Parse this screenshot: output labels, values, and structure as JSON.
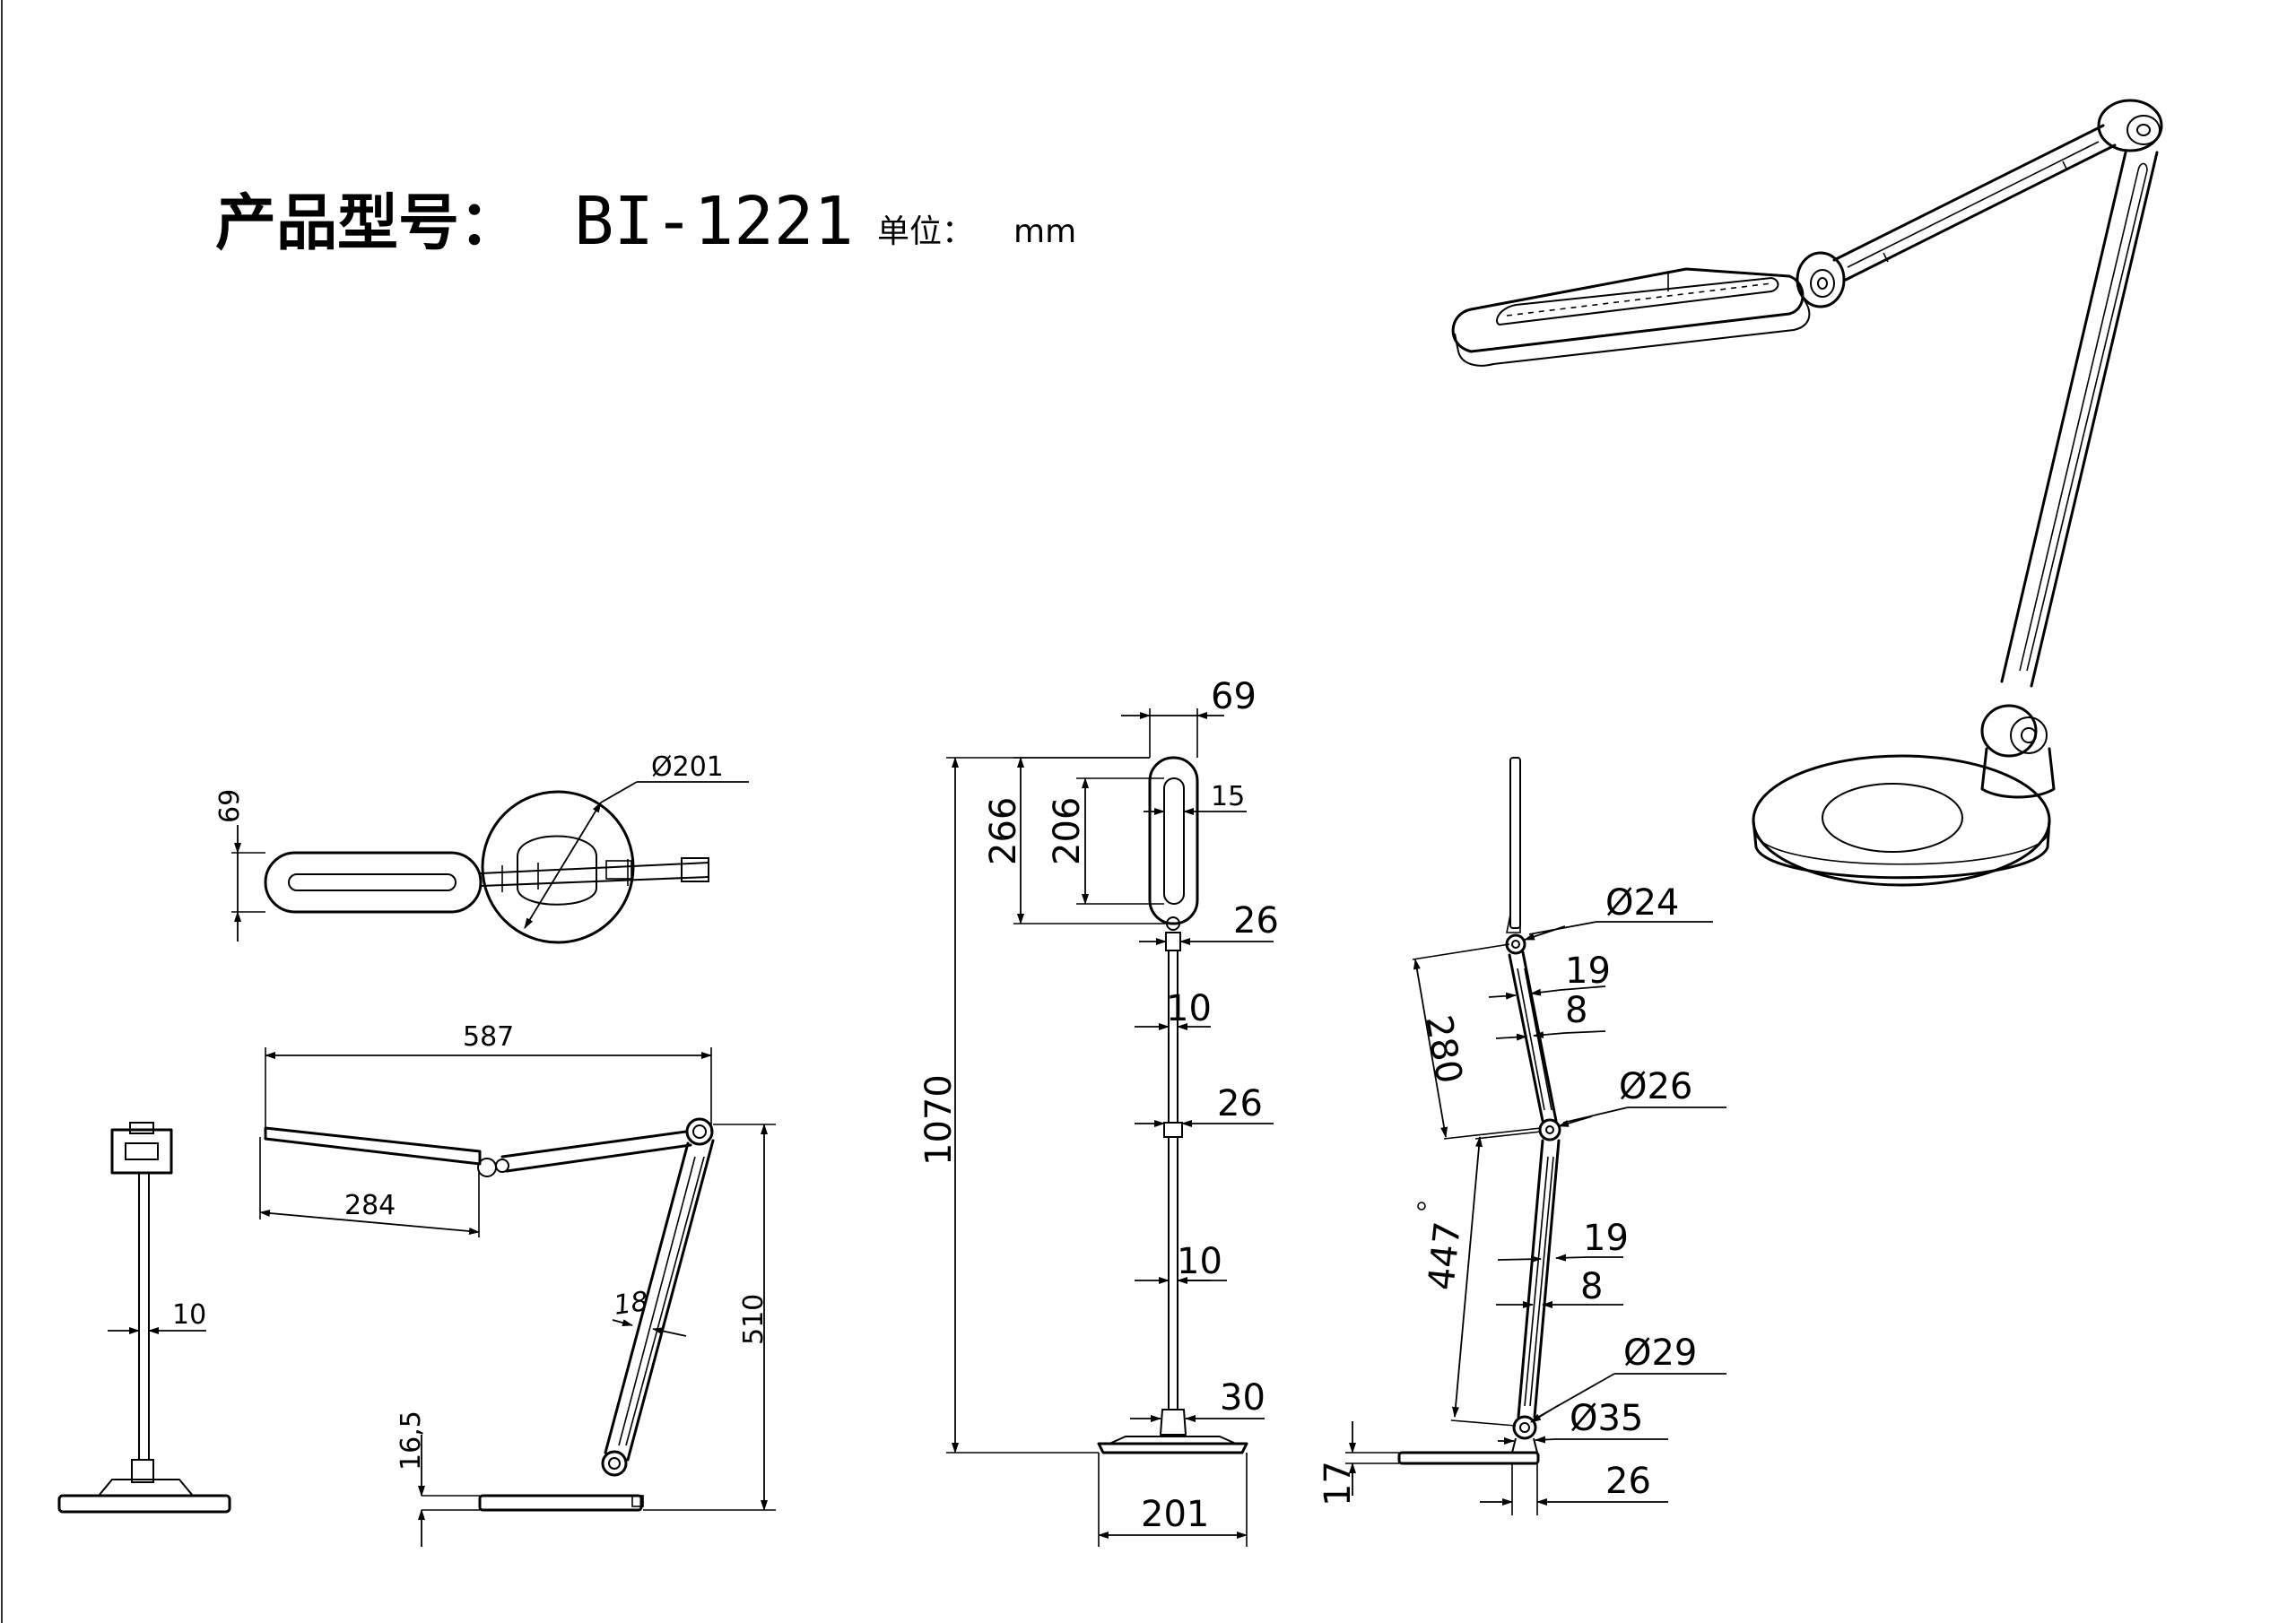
{
  "title": {
    "label": "产品型号：",
    "model": "BI-1221"
  },
  "unit": {
    "label": "单位：",
    "value": "mm"
  },
  "top_view": {
    "head_height": "69",
    "base_diameter": "Ø201"
  },
  "side_view": {
    "overall_reach": "587",
    "head_arm": "284",
    "arm_width": "18",
    "total_height": "510",
    "base_thickness": "16,5",
    "back_arm_width": "10"
  },
  "front_view": {
    "head_width": "69",
    "head_slot_width": "15",
    "head_height": "266",
    "slot_height": "206",
    "joint_upper": "26",
    "arm_upper": "10",
    "joint_middle": "26",
    "arm_lower": "10",
    "base_joint": "30",
    "total_height": "1070",
    "base_width": "201"
  },
  "profile_view": {
    "joint_head": "Ø24",
    "upper_arm_outer": "19",
    "upper_arm_inner": "8",
    "upper_arm_length": "280",
    "joint_middle": "Ø26",
    "lower_arm_outer": "19",
    "lower_arm_inner": "8",
    "lower_arm_length": "447",
    "joint_base": "Ø29",
    "base_knob": "Ø35",
    "base_thickness": "17",
    "base_post": "26"
  }
}
